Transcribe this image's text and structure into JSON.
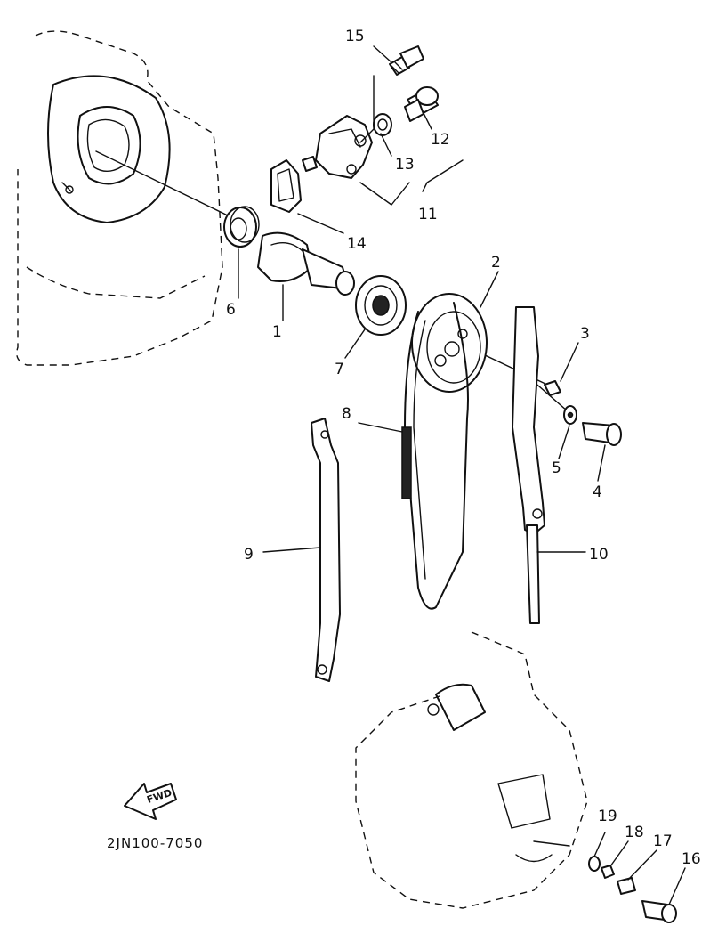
{
  "part_labels": [
    {
      "id": "1",
      "text": "1"
    },
    {
      "id": "2",
      "text": "2"
    },
    {
      "id": "3",
      "text": "3"
    },
    {
      "id": "4",
      "text": "4"
    },
    {
      "id": "5",
      "text": "5"
    },
    {
      "id": "6",
      "text": "6"
    },
    {
      "id": "7",
      "text": "7"
    },
    {
      "id": "8",
      "text": "8"
    },
    {
      "id": "9",
      "text": "9"
    },
    {
      "id": "10",
      "text": "10"
    },
    {
      "id": "11",
      "text": "11"
    },
    {
      "id": "12",
      "text": "12"
    },
    {
      "id": "13",
      "text": "13"
    },
    {
      "id": "14",
      "text": "14"
    },
    {
      "id": "15",
      "text": "15"
    },
    {
      "id": "16",
      "text": "16"
    },
    {
      "id": "17",
      "text": "17"
    },
    {
      "id": "18",
      "text": "18"
    },
    {
      "id": "19",
      "text": "19"
    }
  ],
  "fwd_arrow_text": "FWD",
  "diagram_code": "2JN100-7050"
}
